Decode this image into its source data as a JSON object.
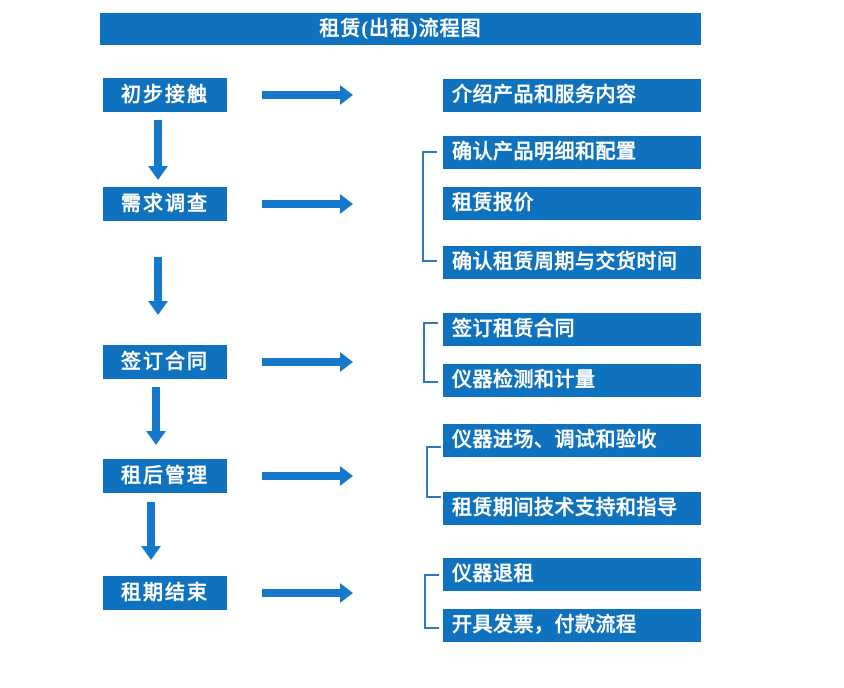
{
  "title": "租赁(出租)流程图",
  "stages": [
    {
      "label": "初步接触",
      "steps": [
        "介绍产品和服务内容"
      ]
    },
    {
      "label": "需求调查",
      "steps": [
        "确认产品明细和配置",
        "租赁报价",
        "确认租赁周期与交货时间"
      ]
    },
    {
      "label": "签订合同",
      "steps": [
        "签订租赁合同",
        "仪器检测和计量"
      ]
    },
    {
      "label": "租后管理",
      "steps": [
        "仪器进场、调试和验收",
        "租赁期间技术支持和指导"
      ]
    },
    {
      "label": "租期结束",
      "steps": [
        "仪器退租",
        "开具发票，付款流程"
      ]
    }
  ],
  "colors": {
    "box_blue": "#0e72bf",
    "arrow_blue": "#1478cc",
    "bracket_blue": "#2e79c4",
    "text_white": "#ffffff",
    "background": "#ffffff"
  }
}
